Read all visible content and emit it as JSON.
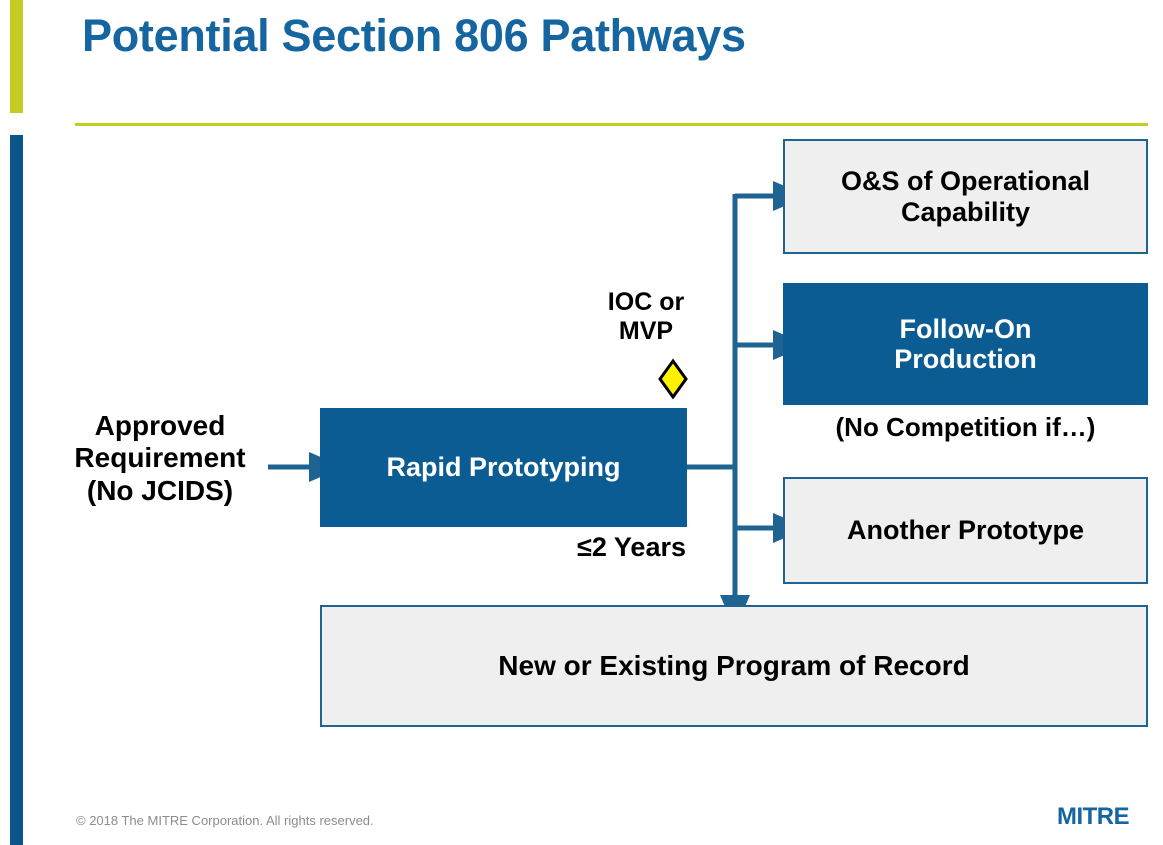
{
  "slide": {
    "title": "Potential Section 806 Pathways",
    "accent_green": "#C4CD23",
    "accent_blue": "#08568C",
    "title_color": "#1565A0"
  },
  "diagram": {
    "type": "flowchart",
    "entry_label": "Approved\nRequirement\n(No JCIDS)",
    "entry_label_lines": [
      "Approved",
      "Requirement",
      "(No JCIDS)"
    ],
    "process": {
      "label": "Rapid Prototyping",
      "fill": "#0A5C92",
      "text_color": "#FFFFFF",
      "duration_note": "≤2 Years"
    },
    "decision": {
      "label_lines": [
        "IOC or",
        "MVP"
      ],
      "marker": "diamond",
      "marker_fill": "#FFF200",
      "marker_stroke": "#000000"
    },
    "outcomes": [
      {
        "id": "o-and-s",
        "label": "O&S of Operational Capability",
        "label_lines": [
          "O&S of Operational",
          "Capability"
        ],
        "style": "light",
        "fill": "#EFEFEF",
        "border": "#1F6392",
        "text_color": "#000000"
      },
      {
        "id": "follow-on-production",
        "label": "Follow-On Production",
        "label_lines": [
          "Follow-On",
          "Production"
        ],
        "style": "solid",
        "fill": "#0A5C92",
        "border": "#0A5C92",
        "text_color": "#FFFFFF",
        "note": "(No Competition if…)"
      },
      {
        "id": "another-prototype",
        "label": "Another Prototype",
        "label_lines": [
          "Another Prototype"
        ],
        "style": "light",
        "fill": "#EFEFEF",
        "border": "#1F6392",
        "text_color": "#000000"
      }
    ],
    "terminal": {
      "id": "program-of-record",
      "label": "New or Existing Program of Record",
      "style": "light",
      "fill": "#EFEFEF",
      "border": "#1F6392",
      "text_color": "#000000"
    },
    "connector_color": "#1F6392"
  },
  "footer": {
    "copyright": "© 2018 The MITRE Corporation. All rights reserved.",
    "logo_text": "MITRE",
    "logo_color": "#1565A0"
  }
}
